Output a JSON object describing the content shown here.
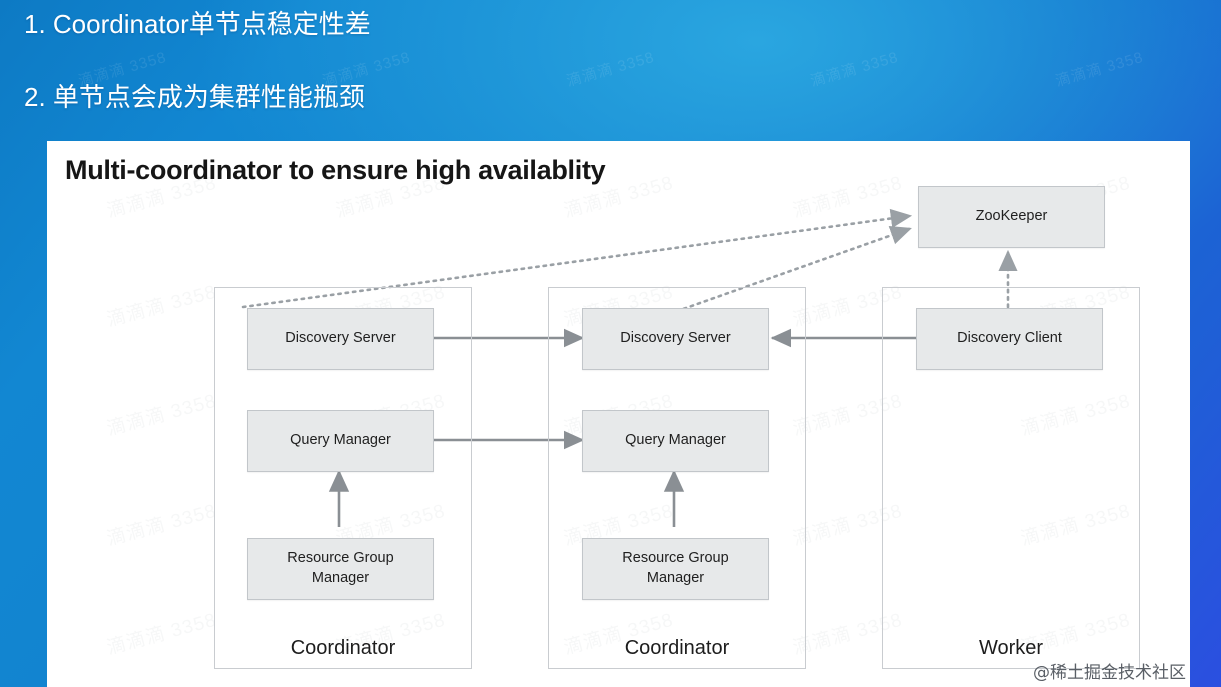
{
  "background": {
    "watermark_text": "滴滴滴 3358",
    "gradient_from": "#0d7ac4",
    "gradient_to": "#2b4fe0"
  },
  "headline": {
    "bullets": [
      "1. Coordinator单节点稳定性差",
      "2. 单节点会成为集群性能瓶颈"
    ]
  },
  "slide": {
    "title": "Multi-coordinator to ensure high availablity",
    "watermark_text": "滴滴滴 3358",
    "corner_watermark": "@稀土掘金技术社区",
    "node_fill": "#e7e9ea",
    "node_border": "#c2c6ca",
    "line_color": "#8a8f94"
  },
  "chart_data": {
    "type": "diagram",
    "title": "Multi-coordinator to ensure high availablity",
    "groups": [
      {
        "id": "coordinator-1",
        "label": "Coordinator",
        "nodes": [
          {
            "id": "discovery-server-1",
            "label": "Discovery Server"
          },
          {
            "id": "query-manager-1",
            "label": "Query  Manager"
          },
          {
            "id": "resource-group-manager-1",
            "label": "Resource Group\nManager"
          }
        ]
      },
      {
        "id": "coordinator-2",
        "label": "Coordinator",
        "nodes": [
          {
            "id": "discovery-server-2",
            "label": "Discovery Server"
          },
          {
            "id": "query-manager-2",
            "label": "Query  Manager"
          },
          {
            "id": "resource-group-manager-2",
            "label": "Resource Group\nManager"
          }
        ]
      },
      {
        "id": "worker",
        "label": "Worker",
        "nodes": [
          {
            "id": "discovery-client",
            "label": "Discovery Client"
          }
        ]
      }
    ],
    "standalone_nodes": [
      {
        "id": "zookeeper",
        "label": "ZooKeeper"
      }
    ],
    "edges": [
      {
        "from": "discovery-server-1",
        "to": "discovery-server-2",
        "style": "solid",
        "direction": "both"
      },
      {
        "from": "query-manager-1",
        "to": "query-manager-2",
        "style": "solid",
        "direction": "both"
      },
      {
        "from": "discovery-client",
        "to": "discovery-server-2",
        "style": "solid",
        "direction": "to"
      },
      {
        "from": "resource-group-manager-1",
        "to": "query-manager-1",
        "style": "solid",
        "direction": "to"
      },
      {
        "from": "resource-group-manager-2",
        "to": "query-manager-2",
        "style": "solid",
        "direction": "to"
      },
      {
        "from": "discovery-server-1",
        "to": "zookeeper",
        "style": "dotted",
        "direction": "to"
      },
      {
        "from": "discovery-server-2",
        "to": "zookeeper",
        "style": "dotted",
        "direction": "to"
      },
      {
        "from": "discovery-client",
        "to": "zookeeper",
        "style": "dotted",
        "direction": "to"
      }
    ]
  },
  "nodes": {
    "zookeeper": "ZooKeeper",
    "ds1": "Discovery Server",
    "ds2": "Discovery Server",
    "qm1": "Query  Manager",
    "qm2": "Query  Manager",
    "rgm1_line1": "Resource Group",
    "rgm1_line2": "Manager",
    "rgm2_line1": "Resource Group",
    "rgm2_line2": "Manager",
    "dc": "Discovery Client"
  },
  "group_labels": {
    "coordinator1": "Coordinator",
    "coordinator2": "Coordinator",
    "worker": "Worker"
  }
}
